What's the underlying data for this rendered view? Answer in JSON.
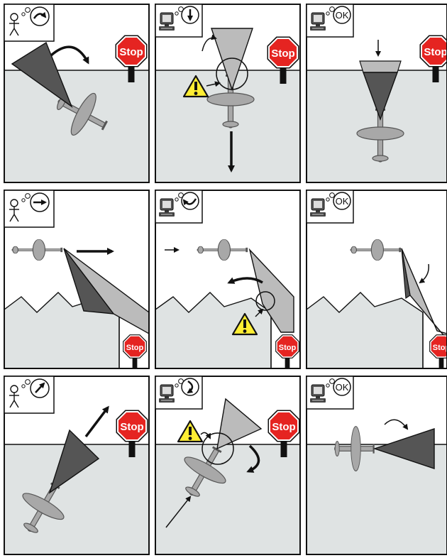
{
  "colors": {
    "ground": "#dfe3e3",
    "sky": "#ffffff",
    "frame": "#111111",
    "plane": "#a8a8a8",
    "plane_outline": "#555555",
    "beam_dark": "#555555",
    "beam_light": "#b6b6b6",
    "stop_red": "#e52421",
    "warning_yellow": "#ffee33"
  },
  "icons": {
    "human_thought": "stick-figure-thinking-icon",
    "computer_thought": "computer-thinking-icon",
    "stop_sign": "stop-sign-icon",
    "warning": "warning-triangle-icon",
    "airplane": "airplane-icon"
  },
  "labels": {
    "stop": "Stop",
    "ok": "OK",
    "warning_mark": "!"
  },
  "panels": [
    {
      "row": 1,
      "col": 1,
      "thinker": "human",
      "command": "turn-right-arrow"
    },
    {
      "row": 1,
      "col": 2,
      "thinker": "computer",
      "command": "move-down-arrow"
    },
    {
      "row": 1,
      "col": 3,
      "thinker": "computer",
      "command": "ok"
    },
    {
      "row": 2,
      "col": 1,
      "thinker": "human",
      "command": "move-right-arrow"
    },
    {
      "row": 2,
      "col": 2,
      "thinker": "computer",
      "command": "turn-left-arrow"
    },
    {
      "row": 2,
      "col": 3,
      "thinker": "computer",
      "command": "ok"
    },
    {
      "row": 3,
      "col": 1,
      "thinker": "human",
      "command": "move-up-right-arrow"
    },
    {
      "row": 3,
      "col": 2,
      "thinker": "computer",
      "command": "turn-arrow"
    },
    {
      "row": 3,
      "col": 3,
      "thinker": "computer",
      "command": "ok"
    }
  ]
}
